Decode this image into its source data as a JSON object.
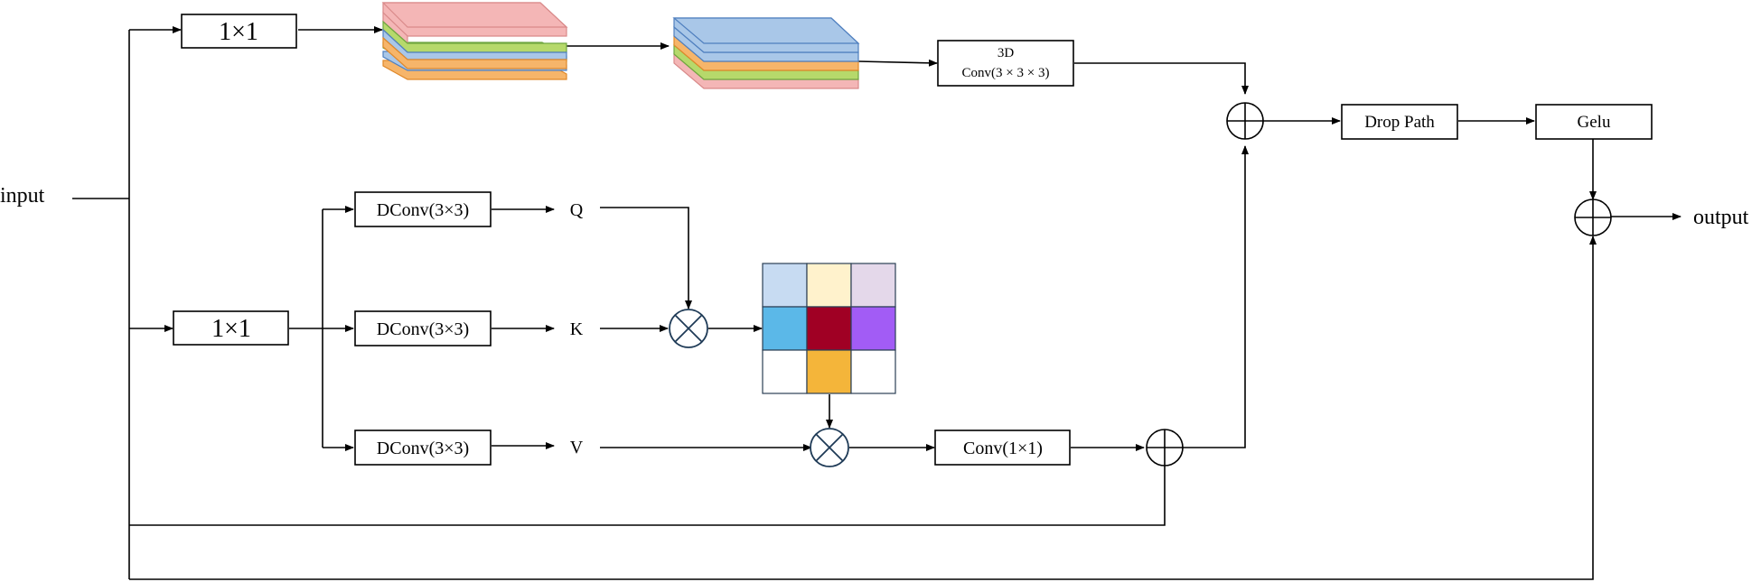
{
  "labels": {
    "input": "input",
    "output": "output",
    "top_1x1": "1×1",
    "mid_1x1": "1×1",
    "conv3d_line1": "3D",
    "conv3d_line2": "Conv(3 × 3 × 3)",
    "drop_path": "Drop Path",
    "gelu": "Gelu",
    "dconv_q": "DConv(3×3)",
    "dconv_k": "DConv(3×3)",
    "dconv_v": "DConv(3×3)",
    "q": "Q",
    "k": "K",
    "v": "V",
    "conv1x1": "Conv(1×1)"
  },
  "colors": {
    "stack_first": [
      "#f4b6b6",
      "#b6d96b",
      "#a9c7e8",
      "#f6b56a"
    ],
    "stack_second": [
      "#a9c7e8",
      "#f6b56a",
      "#b6d96b",
      "#f4b6b6"
    ],
    "attention_grid": [
      [
        "#c7dbf2",
        "#fff2cc",
        "#e4d8ea"
      ],
      [
        "#5bb8e8",
        "#a00024",
        "#a25cf5"
      ],
      [
        "#ffffff",
        "#f4b53a",
        "#ffffff"
      ]
    ]
  }
}
